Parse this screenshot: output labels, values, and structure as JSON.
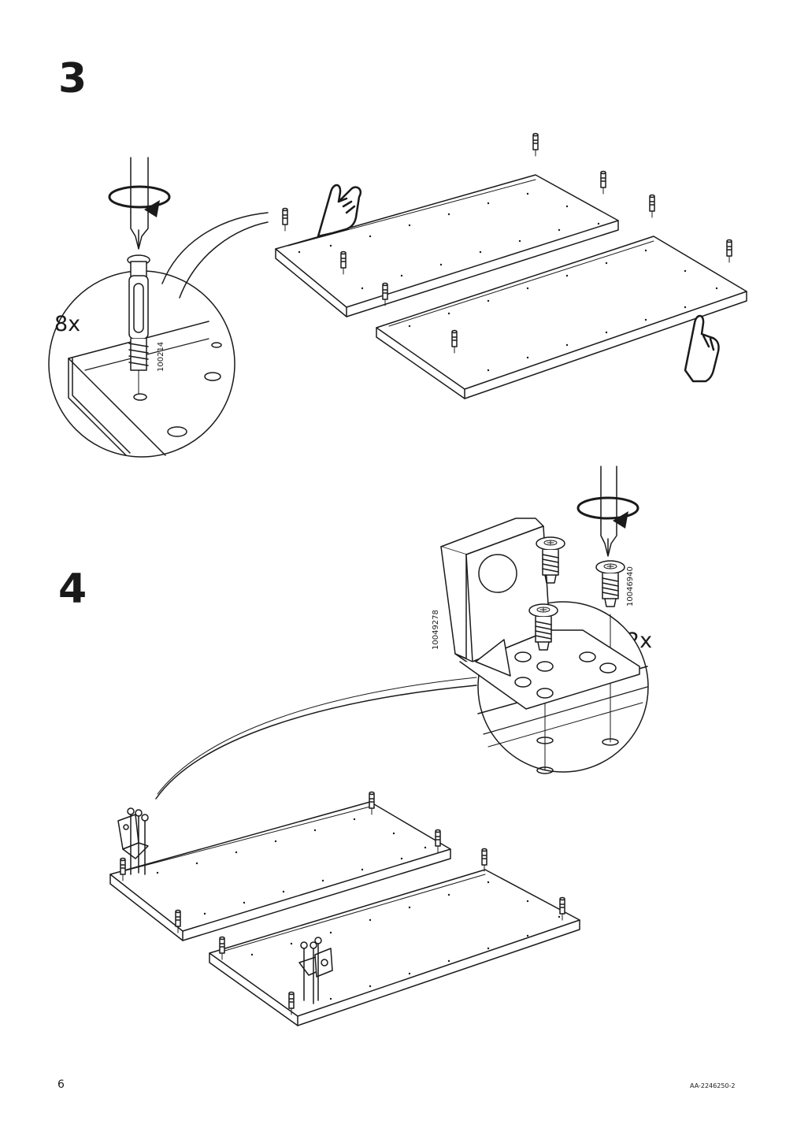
{
  "step3": {
    "number": "3",
    "quantity": "8x",
    "part_number": "100214"
  },
  "step4": {
    "number": "4",
    "quantity": "2x",
    "part_number_bracket": "10049278",
    "part_number_screw": "10046940"
  },
  "footer": {
    "page_number": "6",
    "document_id": "AA-2246250-2"
  },
  "icons": [
    "screwdriver-rotate-icon",
    "hand-pointing-icon",
    "shelf-pin-icon",
    "screw-icon",
    "bracket-icon"
  ]
}
